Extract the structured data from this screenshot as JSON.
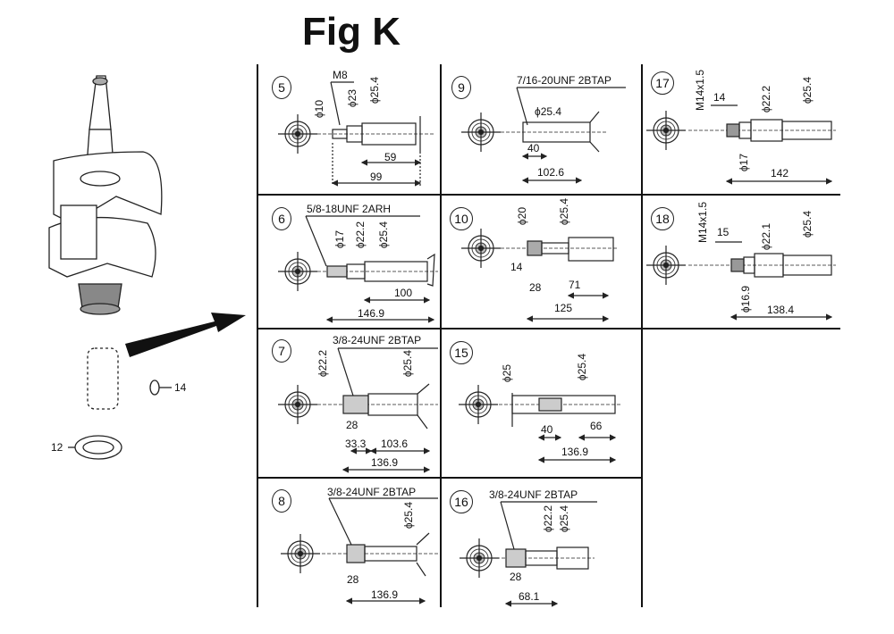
{
  "title": "Fig K",
  "callouts": {
    "part14": "14",
    "part12": "12"
  },
  "cells": {
    "c5": {
      "num": "5",
      "thread": "M8",
      "dims": [
        "ϕ10",
        "ϕ23",
        "ϕ25.4",
        "59",
        "99"
      ]
    },
    "c9": {
      "num": "9",
      "thread": "7/16-20UNF 2BTAP",
      "dims": [
        "ϕ25.4",
        "40",
        "102.6"
      ]
    },
    "c17": {
      "num": "17",
      "thread": "M14x1.5",
      "dims": [
        "14",
        "ϕ22.2",
        "ϕ25.4",
        "ϕ17",
        "142"
      ]
    },
    "c6": {
      "num": "6",
      "thread": "5/8-18UNF 2ARH",
      "dims": [
        "ϕ17",
        "ϕ22.2",
        "ϕ25.4",
        "100",
        "146.9"
      ]
    },
    "c10": {
      "num": "10",
      "dims": [
        "ϕ20",
        "ϕ25.4",
        "14",
        "28",
        "71",
        "125"
      ]
    },
    "c18": {
      "num": "18",
      "thread": "M14x1.5",
      "dims": [
        "15",
        "ϕ22.1",
        "ϕ25.4",
        "ϕ16.9",
        "138.4"
      ]
    },
    "c7": {
      "num": "7",
      "thread": "3/8-24UNF 2BTAP",
      "dims": [
        "ϕ22.2",
        "ϕ25.4",
        "28",
        "33.3",
        "103.6",
        "136.9"
      ]
    },
    "c15": {
      "num": "15",
      "dims": [
        "ϕ25",
        "ϕ25.4",
        "40",
        "66",
        "136.9"
      ]
    },
    "c8": {
      "num": "8",
      "thread": "3/8-24UNF 2BTAP",
      "dims": [
        "ϕ25.4",
        "28",
        "136.9"
      ]
    },
    "c16": {
      "num": "16",
      "thread": "3/8-24UNF 2BTAP",
      "dims": [
        "ϕ22.2",
        "ϕ25.4",
        "28",
        "68.1"
      ]
    }
  }
}
